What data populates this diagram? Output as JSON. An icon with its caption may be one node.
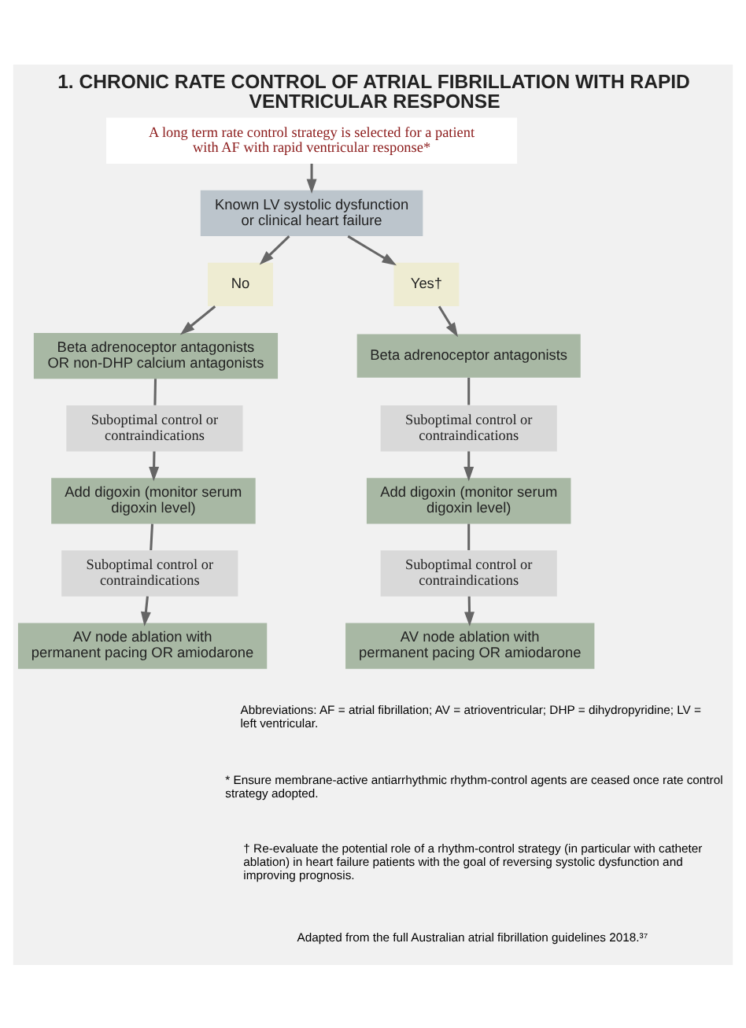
{
  "diagram": {
    "title": "1. CHRONIC RATE CONTROL OF ATRIAL FIBRILLATION WITH RAPID VENTRICULAR RESPONSE",
    "nodes": [
      {
        "text": [
          "A long term rate control strategy is selected for a patient with AF with rapid ventricular response*"
        ]
      },
      {
        "text": [
          "Known LV systolic dysfunction or clinical heart failure"
        ]
      },
      {
        "text": [
          "No"
        ]
      },
      {
        "text": [
          "Yes†"
        ]
      },
      {
        "text": [
          "Beta adrenoceptor antagonists OR non-DHP calcium antagonists"
        ]
      },
      {
        "text": [
          "Beta adrenoceptor antagonists"
        ]
      },
      {
        "text": [
          "Suboptimal control or contraindications"
        ]
      },
      {
        "text": [
          "Suboptimal control or contraindications"
        ]
      },
      {
        "text": [
          "Add digoxin (monitor serum digoxin level)"
        ]
      },
      {
        "text": [
          "Add digoxin (monitor serum digoxin level)"
        ]
      },
      {
        "text": [
          "Suboptimal control or contraindications"
        ]
      },
      {
        "text": [
          "Suboptimal control or contraindications"
        ]
      },
      {
        "text": [
          "AV node ablation with permanent pacing OR amiodarone"
        ]
      },
      {
        "text": [
          "AV node ablation with permanent pacing OR amiodarone"
        ]
      }
    ],
    "edges": [
      {
        "from": 0,
        "to": 1,
        "arrow": "to"
      },
      {
        "from": 1,
        "to": 2,
        "arrow": "to"
      },
      {
        "from": 1,
        "to": 3,
        "arrow": "to"
      },
      {
        "from": 2,
        "to": 4,
        "arrow": "to"
      },
      {
        "from": 3,
        "to": 5,
        "arrow": "to"
      },
      {
        "from": 4,
        "to": 6,
        "arrow": "none"
      },
      {
        "from": 5,
        "to": 7,
        "arrow": "none"
      },
      {
        "from": 6,
        "to": 8,
        "arrow": "to"
      },
      {
        "from": 7,
        "to": 9,
        "arrow": "to"
      },
      {
        "from": 8,
        "to": 10,
        "arrow": "none"
      },
      {
        "from": 9,
        "to": 11,
        "arrow": "none"
      },
      {
        "from": 10,
        "to": 12,
        "arrow": "to"
      },
      {
        "from": 11,
        "to": 13,
        "arrow": "to"
      }
    ],
    "labels": [
      "Abbreviations: AF = atrial fibrillation; AV = atrioventricular; DHP = dihydropyridine; LV = left ventricular.",
      "* Ensure membrane-active antiarrhythmic rhythm-control agents are ceased once rate control strategy adopted.",
      "† Re-evaluate the potential role of a rhythm-control strategy (in particular with catheter ablation) in heart failure patients with the goal of reversing systolic dysfunction and improving prognosis.",
      "Adapted from the full Australian atrial fibrillation guidelines 2018.³⁷"
    ]
  }
}
